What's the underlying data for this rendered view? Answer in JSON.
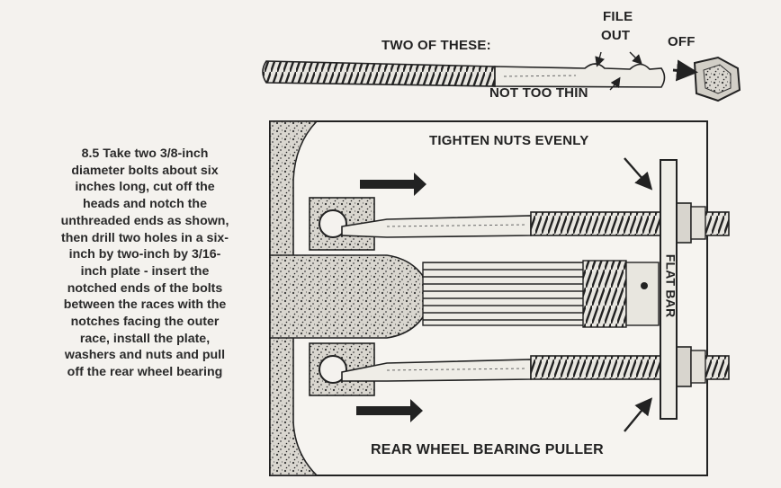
{
  "caption": {
    "lines": [
      "8.5 Take two 3/8-inch",
      "diameter bolts about six",
      "inches long, cut off the",
      "heads and notch the",
      "unthreaded ends as shown,",
      "then drill two holes in a six-",
      "inch by two-inch by 3/16-",
      "inch plate - insert the",
      "notched ends of the bolts",
      "between the races with the",
      "notches facing the outer",
      "race, install the plate,",
      "washers and nuts and pull",
      "off the rear wheel bearing"
    ]
  },
  "labels": {
    "two_of_these": "TWO OF THESE:",
    "file": "FILE",
    "out": "OUT",
    "off": "OFF",
    "not_too_thin": "NOT TOO THIN",
    "tighten_nuts": "TIGHTEN NUTS EVENLY",
    "flat_bar": "FLAT BAR",
    "puller": "REAR  WHEEL BEARING PULLER"
  }
}
